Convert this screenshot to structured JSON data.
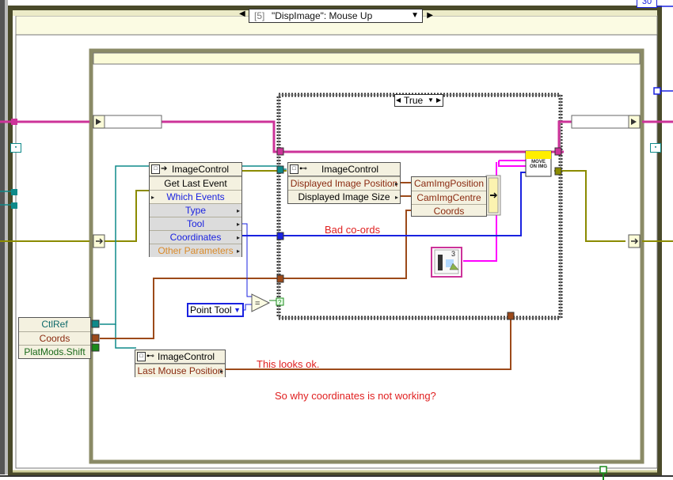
{
  "event_selector": {
    "index": "[5]",
    "label": "\"DispImage\": Mouse Up"
  },
  "case_selector": {
    "value": "True"
  },
  "nodes": {
    "property_node_1": {
      "header": "ImageControl",
      "items": [
        "Get Last Event",
        "Which Events",
        "Type",
        "Tool",
        "Coordinates",
        "Other Parameters"
      ]
    },
    "property_node_2": {
      "header": "ImageControl",
      "items": [
        "Displayed Image Position",
        "Displayed Image Size"
      ]
    },
    "property_node_3": {
      "header": "ImageControl",
      "items": [
        "Last Mouse Position"
      ]
    },
    "cluster_outputs": [
      "CamImgPosition",
      "CamImgCentre",
      "Coords"
    ],
    "event_data_terminals": [
      "CtlRef",
      "Coords",
      "PlatMods.Shift"
    ],
    "tool_enum": {
      "value": "Point Tool"
    },
    "subvi": {
      "label": "MOVE ON IMG"
    },
    "constant_30": "30",
    "icon_3": "3"
  },
  "annotations": {
    "bad_coords": "Bad co-ords",
    "looks_ok": "This looks ok.",
    "question": "So why coordinates is not working?"
  },
  "colors": {
    "pink_wire": "#cc3399",
    "magenta_wire": "#ff00ff",
    "olive_wire": "#8b8b00",
    "brown_wire": "#9c4a1a",
    "blue_wire": "#1a22e0",
    "teal_wire": "#0f8a8a",
    "green_wire": "#1a8a1a",
    "annotation_red": "#e02020"
  }
}
